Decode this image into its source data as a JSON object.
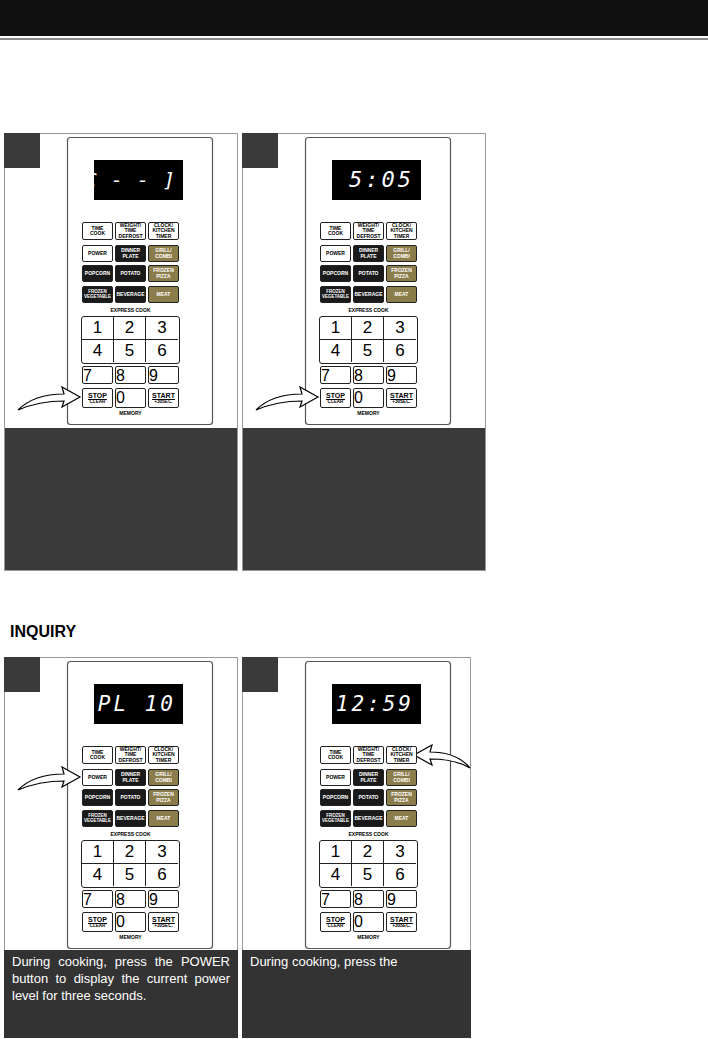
{
  "diagram": {
    "title": "INQUIRY",
    "nodes": [
      {
        "text": [
          "C - - ]"
        ]
      },
      {
        "text": [
          "TIME COOK"
        ]
      },
      {
        "text": [
          "WEIGHT/ TIME DEFROST"
        ]
      },
      {
        "text": [
          "CLOCK/ KITCHEN TIMER"
        ]
      },
      {
        "text": [
          "POWER"
        ]
      },
      {
        "text": [
          "DINNER PLATE"
        ]
      },
      {
        "text": [
          "GRILL/ COMBI"
        ]
      },
      {
        "text": [
          "POPCORN"
        ]
      },
      {
        "text": [
          "POTATO"
        ]
      },
      {
        "text": [
          "FROZEN PIZZA"
        ]
      },
      {
        "text": [
          "FROZEN VEGETABLE"
        ]
      },
      {
        "text": [
          "BEVERAGE"
        ]
      },
      {
        "text": [
          "MEAT"
        ]
      },
      {
        "text": [
          "EXPRESS COOK"
        ]
      },
      {
        "text": [
          "1"
        ],
        "in": 13
      },
      {
        "text": [
          "2"
        ],
        "in": 13
      },
      {
        "text": [
          "3"
        ],
        "in": 13
      },
      {
        "text": [
          "4"
        ],
        "in": 13
      },
      {
        "text": [
          "5"
        ],
        "in": 13
      },
      {
        "text": [
          "6"
        ],
        "in": 13
      },
      {
        "text": [
          "7"
        ]
      },
      {
        "text": [
          "8"
        ]
      },
      {
        "text": [
          "9"
        ]
      },
      {
        "text": [
          "STOP",
          "CLEAR"
        ]
      },
      {
        "text": [
          "0"
        ]
      },
      {
        "text": [
          "START",
          "+30SEC."
        ]
      },
      {
        "text": [
          "5:05"
        ]
      },
      {
        "text": [
          "TIME COOK"
        ]
      },
      {
        "text": [
          "WEIGHT/ TIME DEFROST"
        ]
      },
      {
        "text": [
          "CLOCK/ KITCHEN TIMER"
        ]
      },
      {
        "text": [
          "POWER"
        ]
      },
      {
        "text": [
          "DINNER PLATE"
        ]
      },
      {
        "text": [
          "GRILL/ COMBI"
        ]
      },
      {
        "text": [
          "POPCORN"
        ]
      },
      {
        "text": [
          "POTATO"
        ]
      },
      {
        "text": [
          "FROZEN PIZZA"
        ]
      },
      {
        "text": [
          "FROZEN VEGETABLE"
        ]
      },
      {
        "text": [
          "BEVERAGE"
        ]
      },
      {
        "text": [
          "MEAT"
        ]
      },
      {
        "text": [
          "EXPRESS COOK"
        ]
      },
      {
        "text": [
          "1"
        ],
        "in": 39
      },
      {
        "text": [
          "2"
        ],
        "in": 39
      },
      {
        "text": [
          "3"
        ],
        "in": 39
      },
      {
        "text": [
          "4"
        ],
        "in": 39
      },
      {
        "text": [
          "5"
        ],
        "in": 39
      },
      {
        "text": [
          "6"
        ],
        "in": 39
      },
      {
        "text": [
          "7"
        ]
      },
      {
        "text": [
          "8"
        ]
      },
      {
        "text": [
          "9"
        ]
      },
      {
        "text": [
          "STOP",
          "CLEAR"
        ]
      },
      {
        "text": [
          "0"
        ]
      },
      {
        "text": [
          "START",
          "+30SEC."
        ]
      },
      {
        "text": [
          "During cooking, press the POWER button to display the current power level for three seconds."
        ]
      },
      {
        "text": [
          "PL 10"
        ],
        "in": 52
      },
      {
        "text": [
          "TIME COOK"
        ],
        "in": 52
      },
      {
        "text": [
          "WEIGHT/ TIME DEFROST"
        ],
        "in": 52
      },
      {
        "text": [
          "CLOCK/ KITCHEN TIMER"
        ],
        "in": 52
      },
      {
        "text": [
          "POWER"
        ],
        "in": 52
      },
      {
        "text": [
          "DINNER PLATE"
        ],
        "in": 52
      },
      {
        "text": [
          "GRILL/ COMBI"
        ],
        "in": 52
      },
      {
        "text": [
          "POPCORN"
        ],
        "in": 52
      },
      {
        "text": [
          "POTATO"
        ],
        "in": 52
      },
      {
        "text": [
          "FROZEN PIZZA"
        ],
        "in": 52
      },
      {
        "text": [
          "FROZEN VEGETABLE"
        ],
        "in": 52
      },
      {
        "text": [
          "BEVERAGE"
        ],
        "in": 52
      },
      {
        "text": [
          "MEAT"
        ],
        "in": 52
      },
      {
        "text": [
          "EXPRESS COOK"
        ],
        "in": 52
      },
      {
        "text": [
          "1"
        ],
        "in": 66
      },
      {
        "text": [
          "2"
        ],
        "in": 66
      },
      {
        "text": [
          "3"
        ],
        "in": 66
      },
      {
        "text": [
          "4"
        ],
        "in": 66
      },
      {
        "text": [
          "5"
        ],
        "in": 66
      },
      {
        "text": [
          "6"
        ],
        "in": 66
      },
      {
        "text": [
          "7"
        ],
        "in": 52
      },
      {
        "text": [
          "8"
        ],
        "in": 52
      },
      {
        "text": [
          "9"
        ],
        "in": 52
      },
      {
        "text": [
          "STOP",
          "CLEAR"
        ],
        "in": 52
      },
      {
        "text": [
          "0"
        ],
        "in": 52
      },
      {
        "text": [
          "START",
          "+30SEC."
        ],
        "in": 52
      },
      {
        "text": [
          "During cooking, press the"
        ]
      },
      {
        "text": [
          "12:59"
        ],
        "in": 79
      },
      {
        "text": [
          "TIME COOK"
        ],
        "in": 79
      },
      {
        "text": [
          "WEIGHT/ TIME DEFROST"
        ],
        "in": 79
      },
      {
        "text": [
          "CLOCK/ KITCHEN TIMER"
        ],
        "in": 79
      },
      {
        "text": [
          "POWER"
        ],
        "in": 79
      },
      {
        "text": [
          "DINNER PLATE"
        ],
        "in": 79
      },
      {
        "text": [
          "GRILL/ COMBI"
        ],
        "in": 79
      },
      {
        "text": [
          "POPCORN"
        ],
        "in": 79
      },
      {
        "text": [
          "POTATO"
        ],
        "in": 79
      },
      {
        "text": [
          "FROZEN PIZZA"
        ],
        "in": 79
      },
      {
        "text": [
          "FROZEN VEGETABLE"
        ],
        "in": 79
      },
      {
        "text": [
          "BEVERAGE"
        ],
        "in": 79
      },
      {
        "text": [
          "MEAT"
        ],
        "in": 79
      },
      {
        "text": [
          "EXPRESS COOK"
        ],
        "in": 79
      },
      {
        "text": [
          "1"
        ],
        "in": 93
      },
      {
        "text": [
          "2"
        ],
        "in": 93
      },
      {
        "text": [
          "3"
        ],
        "in": 93
      },
      {
        "text": [
          "4"
        ],
        "in": 93
      },
      {
        "text": [
          "5"
        ],
        "in": 93
      },
      {
        "text": [
          "6"
        ],
        "in": 93
      },
      {
        "text": [
          "7"
        ],
        "in": 79
      },
      {
        "text": [
          "8"
        ],
        "in": 79
      },
      {
        "text": [
          "9"
        ],
        "in": 79
      },
      {
        "text": [
          "STOP",
          "CLEAR"
        ],
        "in": 79
      },
      {
        "text": [
          "0"
        ],
        "in": 79
      },
      {
        "text": [
          "START",
          "+30SEC."
        ],
        "in": 79
      }
    ],
    "labels": [
      "MEMORY",
      "MEMORY",
      "MEMORY",
      "MEMORY"
    ]
  }
}
